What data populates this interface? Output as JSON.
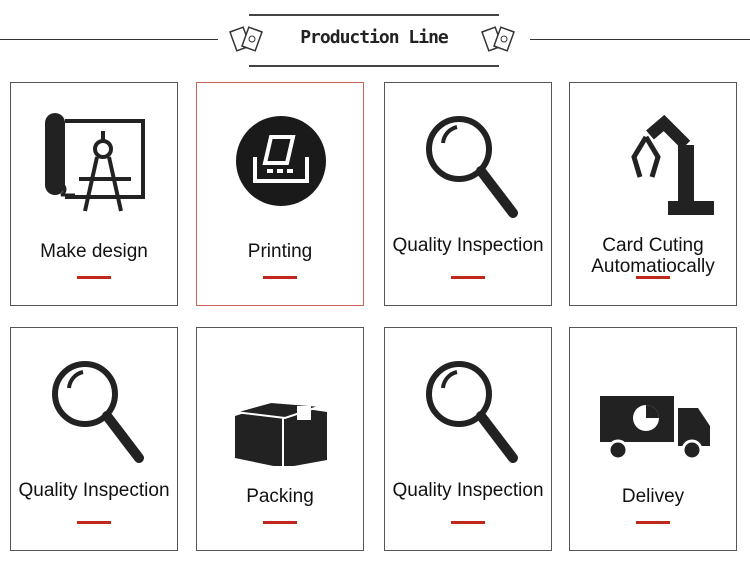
{
  "header": {
    "title": "Production Line",
    "icon": "playing-cards-icon"
  },
  "accent_color": "#c0281e",
  "cards": [
    {
      "label": "Make design",
      "icon": "blueprint-compass-icon"
    },
    {
      "label": "Printing",
      "icon": "printer-icon"
    },
    {
      "label": "Quality Inspection",
      "icon": "magnifier-icon"
    },
    {
      "label": "Card Cuting Automatiocally",
      "icon": "robot-arm-icon"
    },
    {
      "label": "Quality Inspection",
      "icon": "magnifier-icon"
    },
    {
      "label": "Packing",
      "icon": "box-icon"
    },
    {
      "label": "Quality Inspection",
      "icon": "magnifier-icon"
    },
    {
      "label": "Delivey",
      "icon": "truck-icon"
    }
  ]
}
